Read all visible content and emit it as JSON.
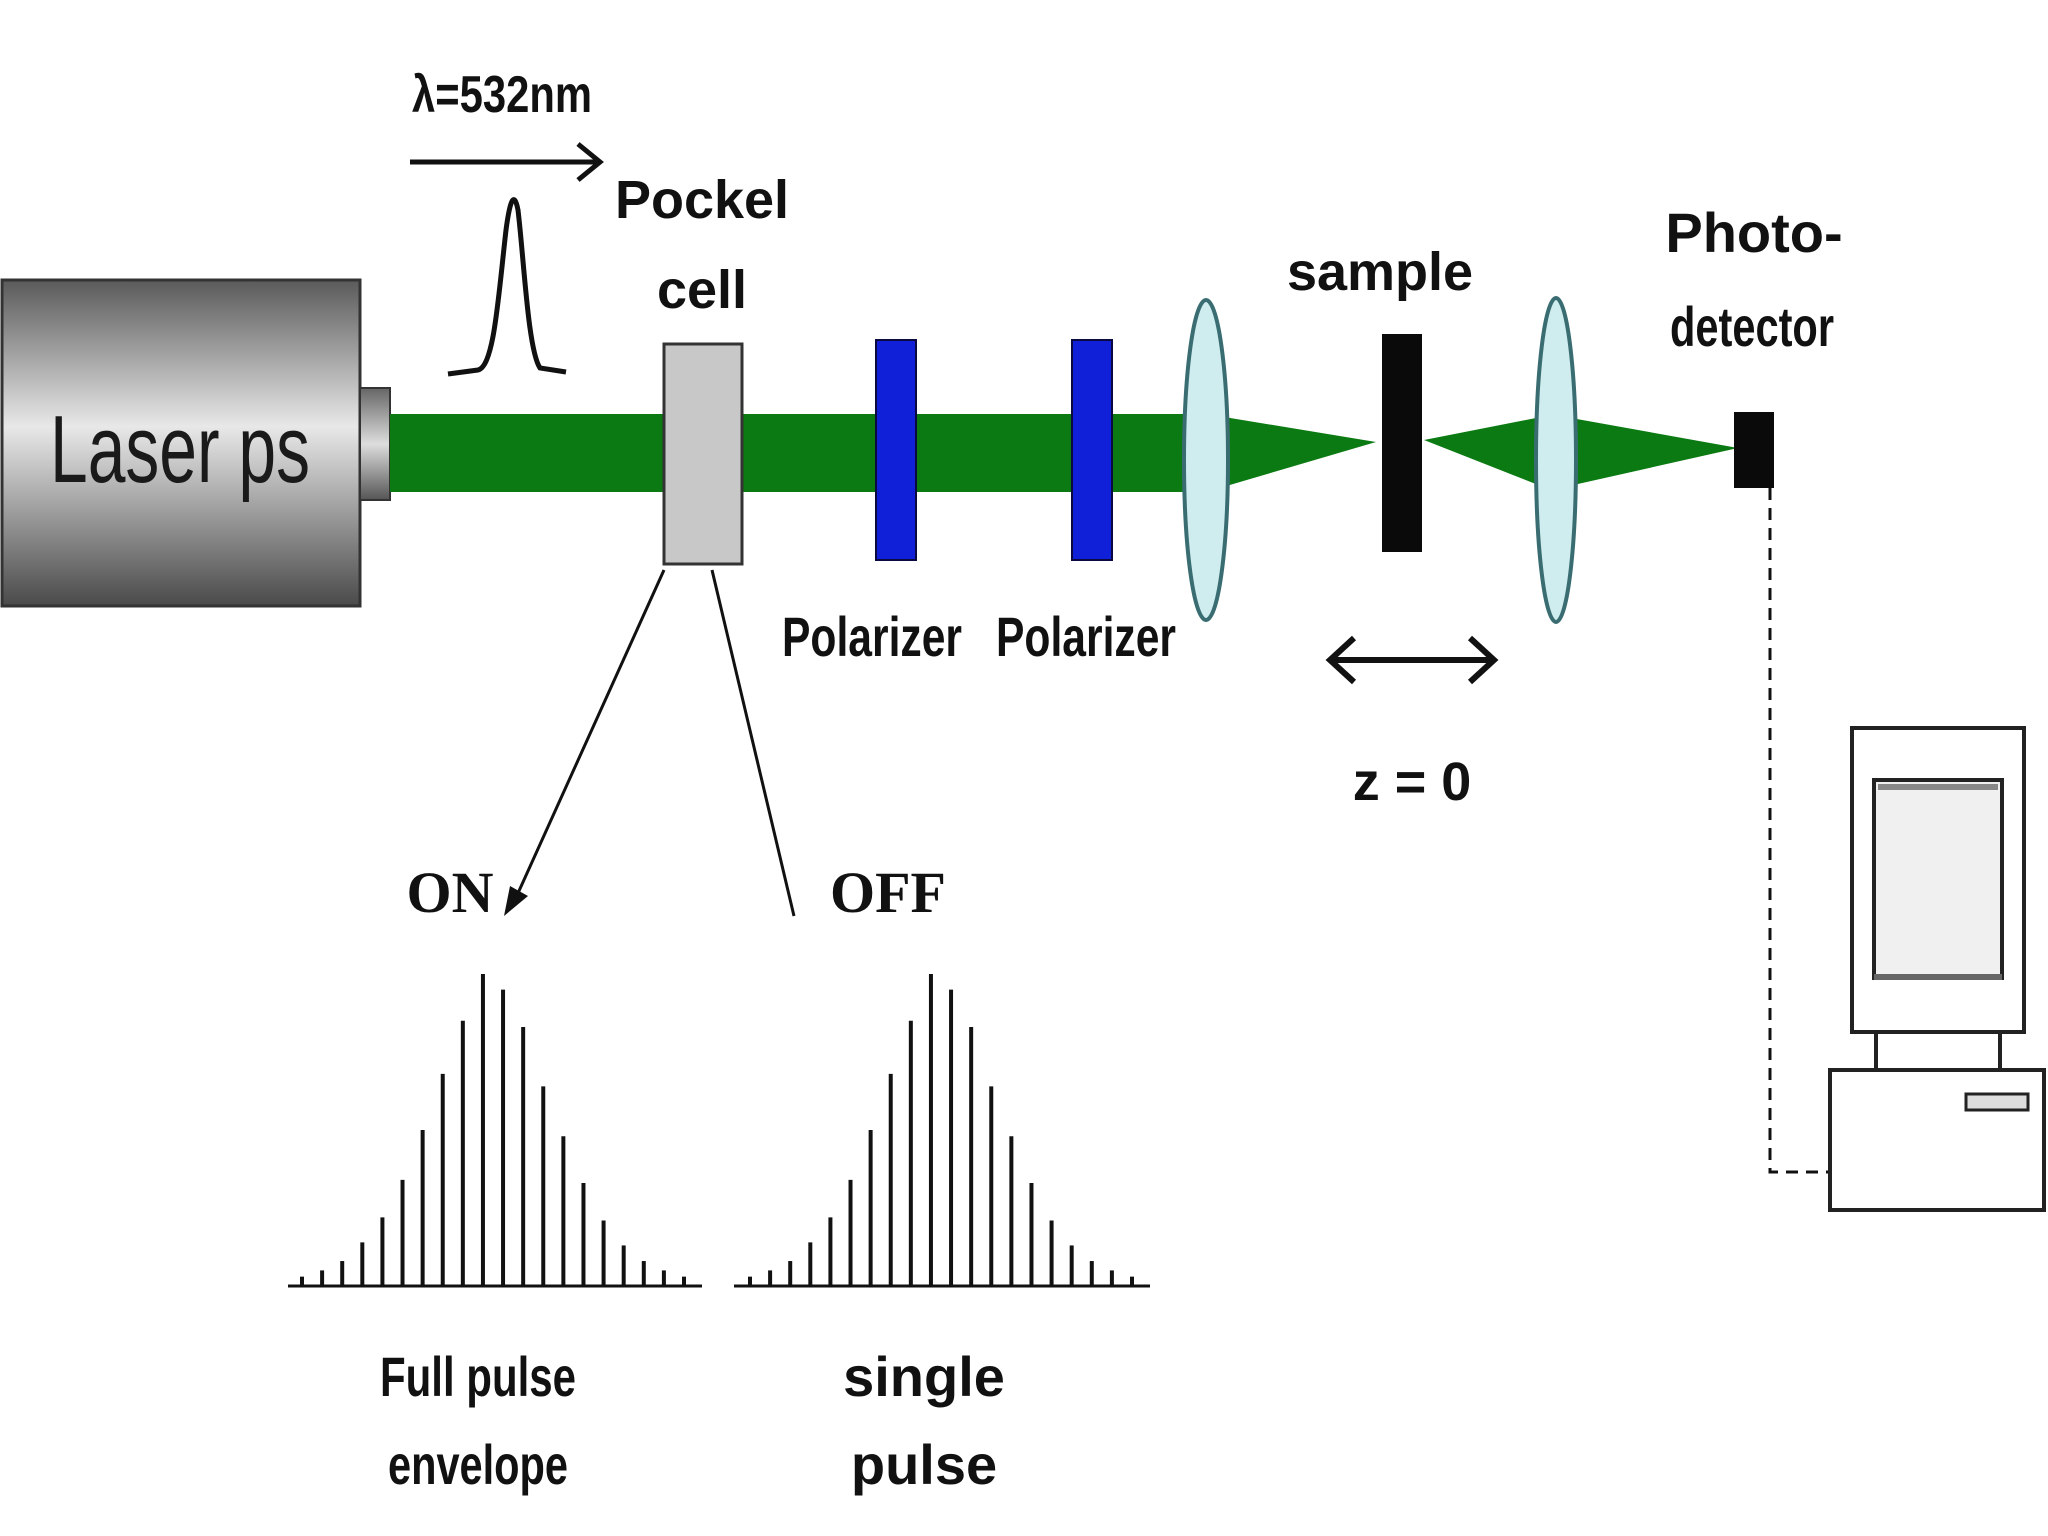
{
  "colors": {
    "beam": "#0b7a12",
    "polarizer": "#1020d8",
    "lens": "#cfecef",
    "lens_edge": "#3a6d72",
    "sample": "#0a0a0a",
    "pockel_cell": "#c8c8c8",
    "laser_dark": "#555555",
    "laser_light": "#e6e6e6"
  },
  "labels": {
    "wavelength": "λ=532nm",
    "laser": "Laser ps",
    "pockel_line1": "Pockel",
    "pockel_line2": "cell",
    "polarizer_1": "Polarizer",
    "polarizer_2": "Polarizer",
    "sample": "sample",
    "z_position": "z = 0",
    "photodetector_line1": "Photo-",
    "photodetector_line2": "detector",
    "on": "ON",
    "off": "OFF",
    "full_pulse_line1": "Full pulse",
    "full_pulse_line2": "envelope",
    "single_pulse_line1": "single",
    "single_pulse_line2": "pulse"
  },
  "icons": {
    "computer": "computer-icon",
    "direction_arrow": "arrow-right-icon",
    "scan_arrow": "double-arrow-icon"
  },
  "pulse_trains": {
    "full_envelope": [
      0.03,
      0.05,
      0.08,
      0.14,
      0.22,
      0.34,
      0.5,
      0.68,
      0.85,
      1.0,
      0.95,
      0.83,
      0.64,
      0.48,
      0.33,
      0.21,
      0.13,
      0.08,
      0.05,
      0.03
    ],
    "single_pulse": [
      0.03,
      0.05,
      0.08,
      0.14,
      0.22,
      0.34,
      0.5,
      0.68,
      0.85,
      1.0,
      0.95,
      0.83,
      0.64,
      0.48,
      0.33,
      0.21,
      0.13,
      0.08,
      0.05,
      0.03
    ]
  }
}
